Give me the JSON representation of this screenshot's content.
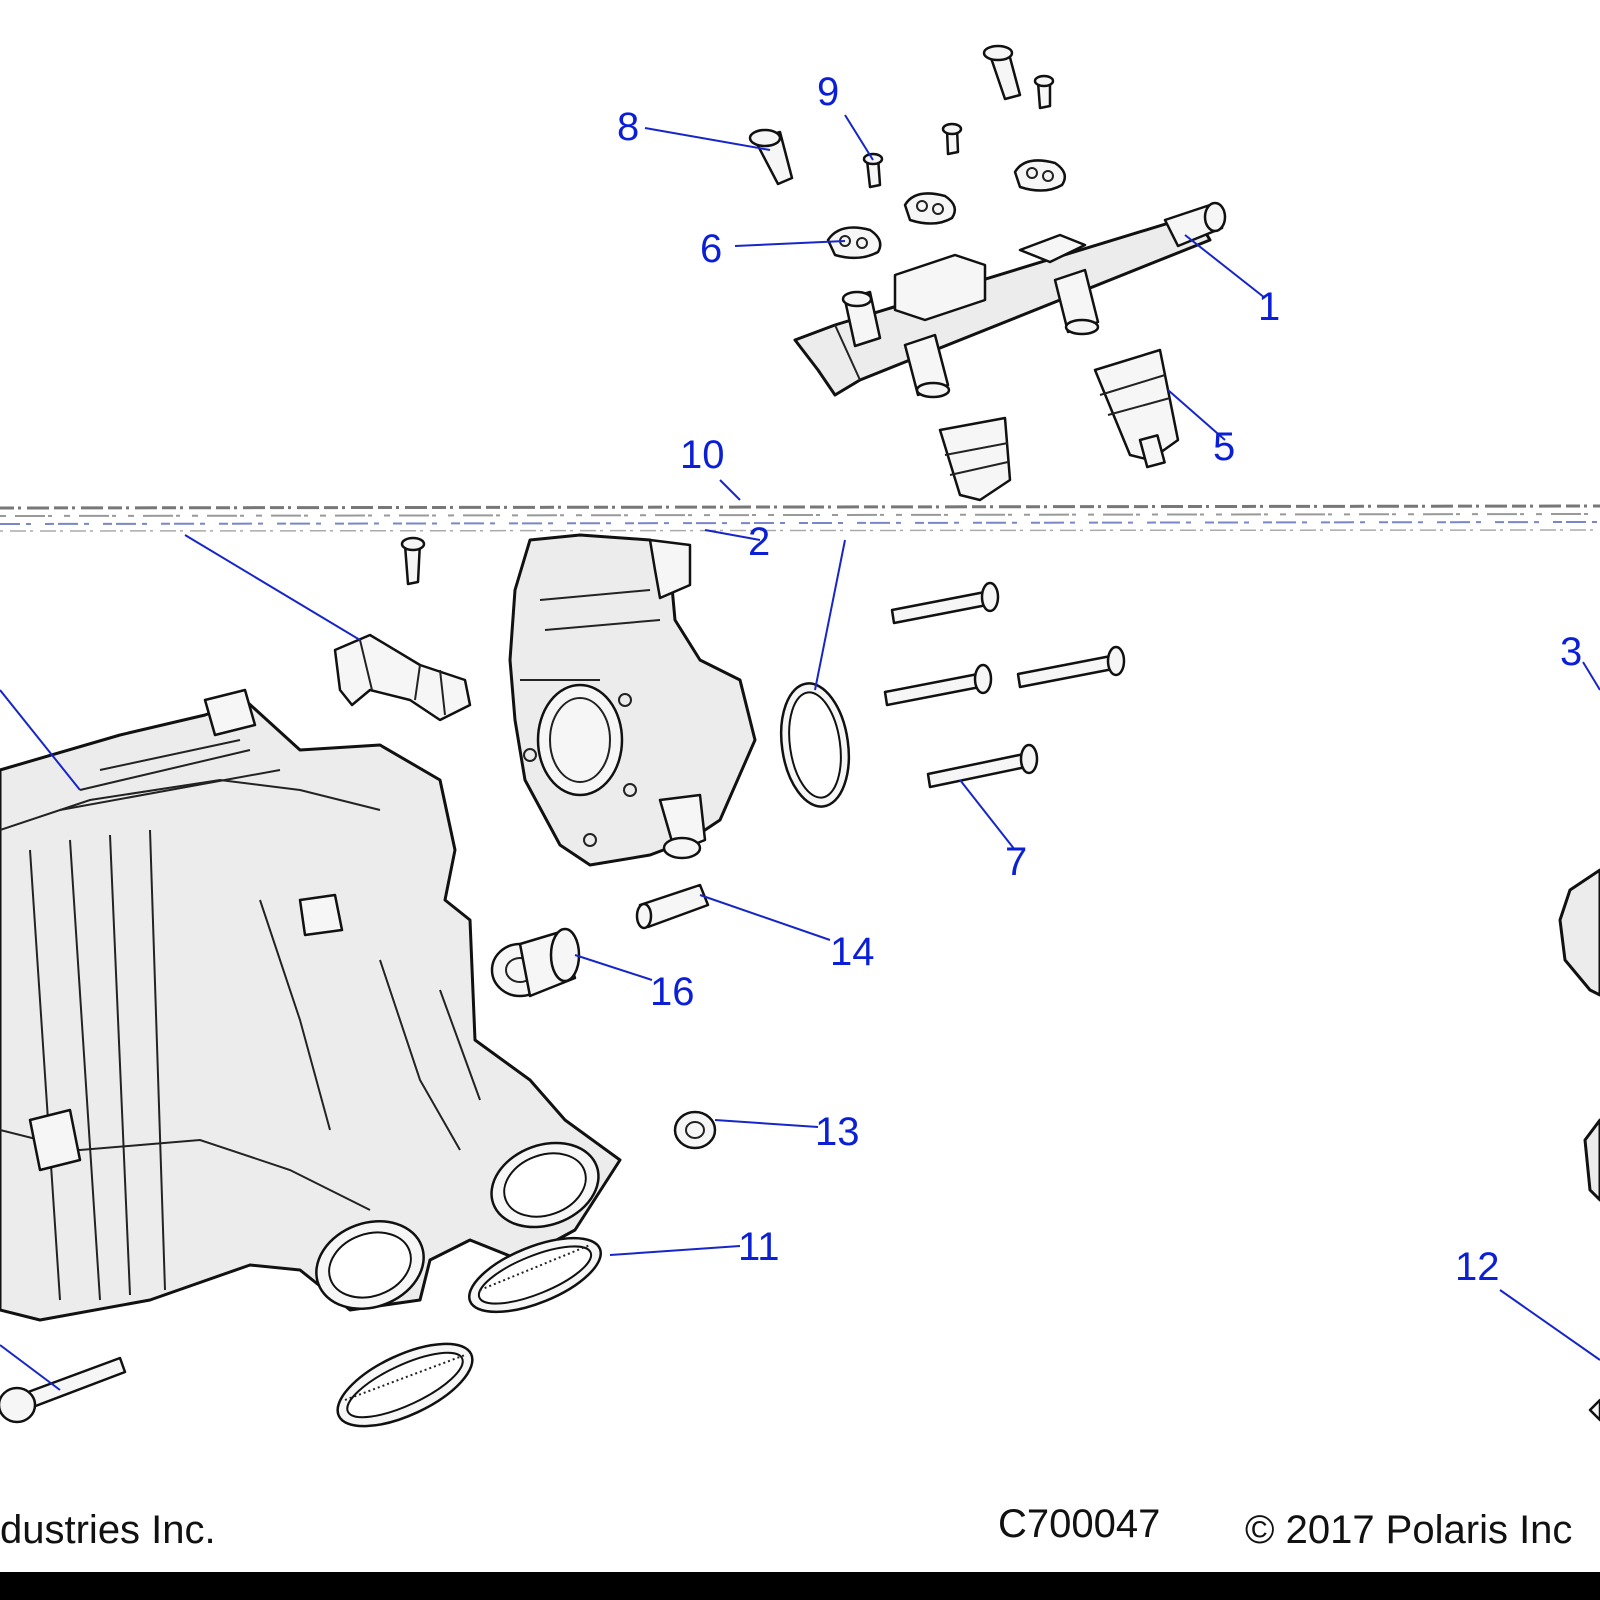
{
  "callouts": [
    {
      "label": "1"
    },
    {
      "label": "2"
    },
    {
      "label": "3"
    },
    {
      "label": "5"
    },
    {
      "label": "6"
    },
    {
      "label": "7"
    },
    {
      "label": "8"
    },
    {
      "label": "9"
    },
    {
      "label": "10"
    },
    {
      "label": "11"
    },
    {
      "label": "12"
    },
    {
      "label": "13"
    },
    {
      "label": "14"
    },
    {
      "label": "16"
    }
  ],
  "footer": {
    "left_text": "dustries Inc.",
    "diagram_code": "C700047",
    "copyright": "© 2017 Polaris Inc"
  },
  "colors": {
    "callout_text": "#0a1fd6",
    "leader_line": "#1626c8",
    "part_fill": "#ececec",
    "outline": "#111111",
    "bottom_bar": "#000000"
  }
}
